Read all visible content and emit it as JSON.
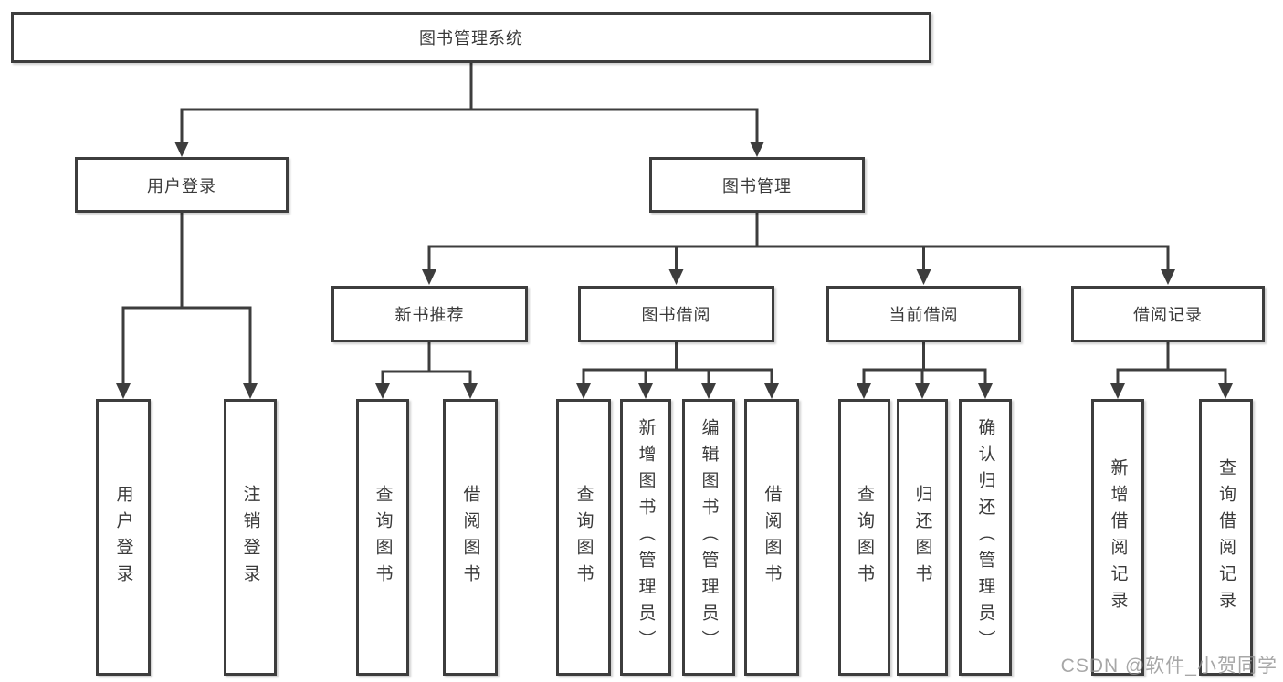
{
  "diagram": {
    "root": {
      "label": "图书管理系统"
    },
    "children": [
      {
        "label": "用户登录",
        "children": [
          {
            "label": "用户登录"
          },
          {
            "label": "注销登录"
          }
        ]
      },
      {
        "label": "图书管理",
        "children": [
          {
            "label": "新书推荐",
            "children": [
              {
                "label": "查询图书"
              },
              {
                "label": "借阅图书"
              }
            ]
          },
          {
            "label": "图书借阅",
            "children": [
              {
                "label": "查询图书"
              },
              {
                "label": "新增图书（管理员）"
              },
              {
                "label": "编辑图书（管理员）"
              },
              {
                "label": "借阅图书"
              }
            ]
          },
          {
            "label": "当前借阅",
            "children": [
              {
                "label": "查询图书"
              },
              {
                "label": "归还图书"
              },
              {
                "label": "确认归还（管理员）"
              }
            ]
          },
          {
            "label": "借阅记录",
            "children": [
              {
                "label": "新增借阅记录"
              },
              {
                "label": "查询借阅记录"
              }
            ]
          }
        ]
      }
    ]
  },
  "watermark": {
    "text": "CSDN @软件_小贺同学"
  },
  "colors": {
    "line": "#3d3d3d",
    "box_border": "#3d3d3d",
    "text": "#3a3a3a",
    "watermark": "#919191",
    "background": "#ffffff"
  }
}
